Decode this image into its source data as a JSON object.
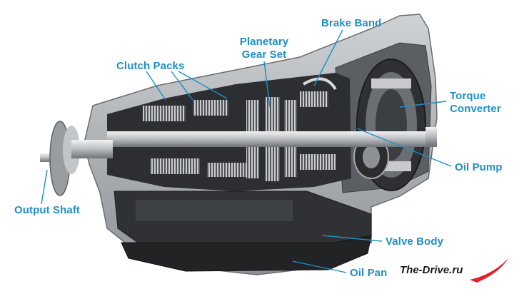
{
  "labels": {
    "brake_band": "Brake Band",
    "planetary_line1": "Planetary",
    "planetary_line2": "Gear Set",
    "clutch_packs": "Clutch Packs",
    "torque_line1": "Torque",
    "torque_line2": "Converter",
    "oil_pump": "Oil Pump",
    "output_shaft": "Output Shaft",
    "valve_body": "Valve Body",
    "oil_pan": "Oil Pan"
  },
  "watermark": {
    "text": "The-Drive.ru",
    "swoosh_color": "#e3202a"
  },
  "colors": {
    "label": "#1f8fc4",
    "leader": "#1f8fc4"
  }
}
